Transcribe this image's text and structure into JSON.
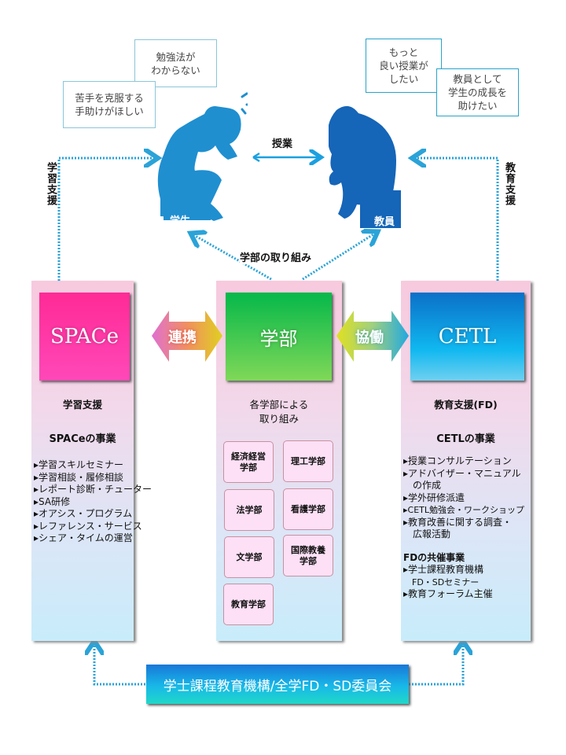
{
  "bubbles": {
    "student1": [
      "勉強法が",
      "わからない"
    ],
    "student2": [
      "苦手を克服する",
      "手助けがほしい"
    ],
    "teacher1": [
      "もっと",
      "良い授業が",
      "したい"
    ],
    "teacher2": [
      "教員として",
      "学生の成長を",
      "助けたい"
    ]
  },
  "figures": {
    "student_label": "学生",
    "teacher_label": "教員"
  },
  "labels": {
    "class": "授業",
    "learning_support": "学習支援",
    "education_support": "教育支援",
    "faculty_efforts": "学部の取り組み",
    "link": "連携",
    "collab": "協働"
  },
  "space": {
    "name": "SPACe",
    "subtitle": "学習支援",
    "section": "SPACeの事業",
    "items": [
      "▸学習スキルセミナー",
      "▸学習相談・履修相談",
      "▸レポート診断・チューター",
      "▸SA研修",
      "▸オアシス・プログラム",
      "▸レファレンス・サービス",
      "▸シェア・タイムの運営"
    ]
  },
  "faculty": {
    "name": "学部",
    "subtitle": [
      "各学部による",
      "取り組み"
    ],
    "departments": [
      [
        "経済経営",
        "学部"
      ],
      [
        "理工学部"
      ],
      [
        "法学部"
      ],
      [
        "看護学部"
      ],
      [
        "文学部"
      ],
      [
        "国際教養",
        "学部"
      ],
      [
        "教育学部"
      ]
    ]
  },
  "cetl": {
    "name": "CETL",
    "subtitle": "教育支援(FD)",
    "section": "CETLの事業",
    "items": [
      "▸授業コンサルテーション",
      "▸アドバイザー・マニュアル",
      "　の作成",
      "▸学外研修派遣",
      "▸CETL勉強会・ワークショップ",
      "▸教育改善に関する調査・",
      "　広報活動"
    ],
    "cohost_title": "FDの共催事業",
    "cohost_items": [
      "▸学士課程教育機構",
      "　FD・SDセミナー",
      "▸教育フォーラム主催"
    ]
  },
  "bottom": {
    "label": "学士課程教育機構/全学FD・SD委員会"
  },
  "colors": {
    "space": "#ff2fa0",
    "faculty": "#10c050",
    "cetl": "#0a8ee0",
    "dotted": "#2aa3d8",
    "figure_student": "#1f8fd0",
    "figure_teacher": "#1565b8"
  }
}
